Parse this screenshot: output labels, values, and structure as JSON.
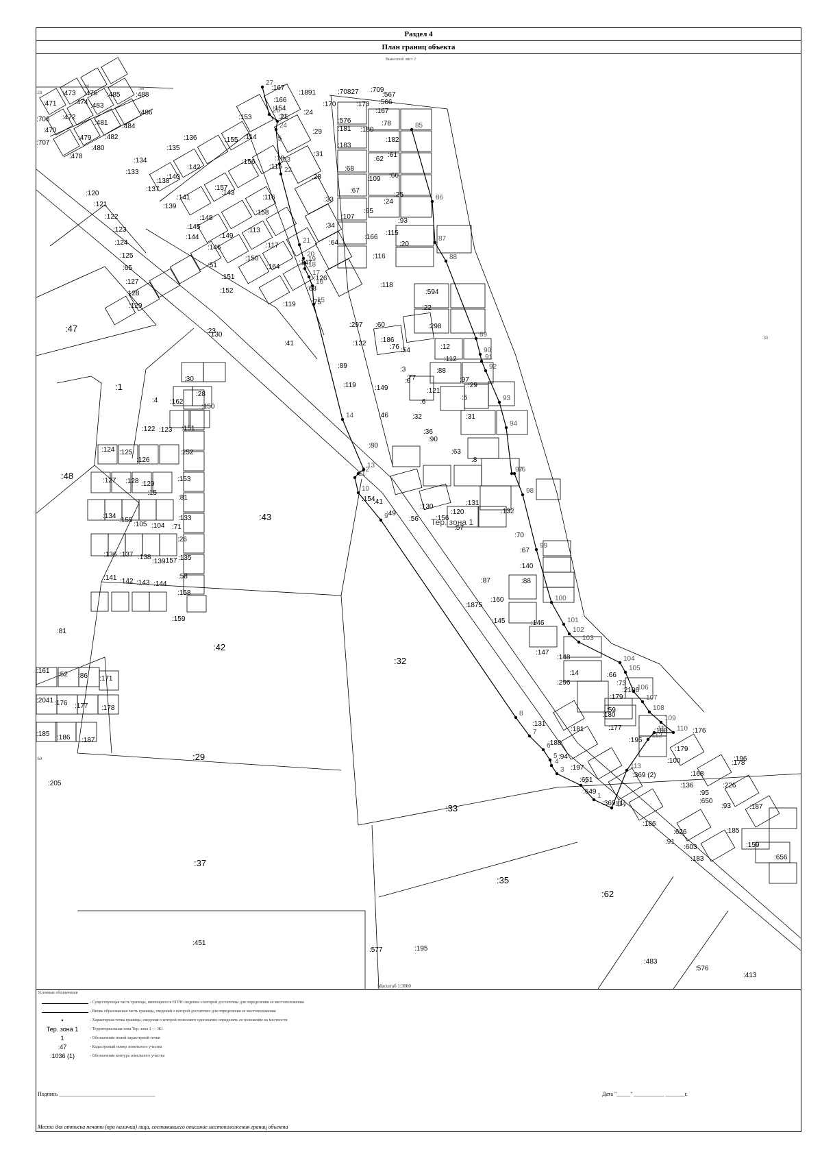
{
  "section_title": "Раздел 4",
  "plan_title": "План границ объекта",
  "fragment_note": "Выносной лист 2",
  "scale_label": "Масштаб 1:3000",
  "zone_label": "Тер. зона 1",
  "legend": {
    "title": "Условные обозначения",
    "items": [
      {
        "symbol": "",
        "text": "- Существующая часть границы, имеющиеся в ЕГРН сведения о которой достаточны для определения ее местоположения"
      },
      {
        "symbol": "",
        "text": "- Вновь образованная часть границы, сведений о которой достаточно для определения ее местоположения"
      },
      {
        "symbol": "•",
        "text": "- Характерная точка границы, сведения о которой позволяют однозначно определить ее положение на местности"
      },
      {
        "symbol": "Тер. зона 1",
        "text": "- Территориальная зона Тер. зона 1 — Ж1"
      },
      {
        "symbol": "1",
        "text": "- Обозначение новой характерной точки"
      },
      {
        "symbol": ":47",
        "text": "- Кадастровый номер земельного участка"
      },
      {
        "symbol": ":1036 (1)",
        "text": "- Обозначение контура земельного участка"
      }
    ]
  },
  "signature_label": "Подпись ___________________________________",
  "date_label": "Дата \"_____\" ___________ _______г.",
  "stamp_label": "Место для оттиска печати (при наличии) лица, составившего описание местоположения границ объекта",
  "parcels": [
    {
      "label": ":47",
      "kind": "large"
    },
    {
      "label": ":48",
      "kind": "large"
    },
    {
      "label": ":43",
      "kind": "large"
    },
    {
      "label": ":42",
      "kind": "large"
    },
    {
      "label": ":32",
      "kind": "large"
    },
    {
      "label": ":29",
      "kind": "large"
    },
    {
      "label": ":33",
      "kind": "large"
    },
    {
      "label": ":37",
      "kind": "large"
    },
    {
      "label": ":35",
      "kind": "large"
    },
    {
      "label": ":62",
      "kind": "large"
    },
    {
      "label": ":1",
      "kind": "large"
    },
    {
      "label": ":473",
      "kind": "small"
    },
    {
      "label": ":476",
      "kind": "small"
    },
    {
      "label": ":485",
      "kind": "small"
    },
    {
      "label": ":488",
      "kind": "small"
    },
    {
      "label": ":471",
      "kind": "small"
    },
    {
      "label": ":474",
      "kind": "small"
    },
    {
      "label": ":483",
      "kind": "small"
    },
    {
      "label": ":486",
      "kind": "small"
    },
    {
      "label": ":706",
      "kind": "small"
    },
    {
      "label": ":472",
      "kind": "small"
    },
    {
      "label": ":481",
      "kind": "small"
    },
    {
      "label": ":484",
      "kind": "small"
    },
    {
      "label": ":470",
      "kind": "small"
    },
    {
      "label": ":479",
      "kind": "small"
    },
    {
      "label": ":482",
      "kind": "small"
    },
    {
      "label": ":707",
      "kind": "small"
    },
    {
      "label": ":478",
      "kind": "small"
    },
    {
      "label": ":480",
      "kind": "small"
    },
    {
      "label": ":167",
      "kind": "small"
    },
    {
      "label": ":166",
      "kind": "small"
    },
    {
      "label": ":1891",
      "kind": "small"
    },
    {
      "label": ":70827",
      "kind": "small"
    },
    {
      "label": ":709",
      "kind": "small"
    },
    {
      "label": ":567",
      "kind": "small"
    },
    {
      "label": ":566",
      "kind": "small"
    },
    {
      "label": ":153",
      "kind": "small"
    },
    {
      "label": ":154",
      "kind": "small"
    },
    {
      "label": ":21",
      "kind": "small"
    },
    {
      "label": ":24",
      "kind": "small"
    },
    {
      "label": ":170",
      "kind": "small"
    },
    {
      "label": ":173",
      "kind": "small"
    },
    {
      "label": ":167",
      "kind": "small"
    },
    {
      "label": ":576",
      "kind": "small"
    },
    {
      "label": ":136",
      "kind": "small"
    },
    {
      "label": ":155",
      "kind": "small"
    },
    {
      "label": ":114",
      "kind": "small"
    },
    {
      "label": ":5",
      "kind": "small"
    },
    {
      "label": ":29",
      "kind": "small"
    },
    {
      "label": ":181",
      "kind": "small"
    },
    {
      "label": ":180",
      "kind": "small"
    },
    {
      "label": ":78",
      "kind": "small"
    },
    {
      "label": ":135",
      "kind": "small"
    },
    {
      "label": ":182",
      "kind": "small"
    },
    {
      "label": ":18",
      "kind": "small"
    },
    {
      "label": ":183",
      "kind": "small"
    },
    {
      "label": ":31",
      "kind": "small"
    },
    {
      "label": ":134",
      "kind": "small"
    },
    {
      "label": ":156",
      "kind": "small"
    },
    {
      "label": ":115",
      "kind": "small"
    },
    {
      "label": ":61",
      "kind": "small"
    },
    {
      "label": ":62",
      "kind": "small"
    },
    {
      "label": ":68",
      "kind": "small"
    },
    {
      "label": ":133",
      "kind": "small"
    },
    {
      "label": ":142",
      "kind": "small"
    },
    {
      "label": ":140",
      "kind": "small"
    },
    {
      "label": ":28",
      "kind": "small"
    },
    {
      "label": ":66",
      "kind": "small"
    },
    {
      "label": ":109",
      "kind": "small"
    },
    {
      "label": ":138",
      "kind": "small"
    },
    {
      "label": ":157",
      "kind": "small"
    },
    {
      "label": ":137",
      "kind": "small"
    },
    {
      "label": ":143",
      "kind": "small"
    },
    {
      "label": ":67",
      "kind": "small"
    },
    {
      "label": ":25",
      "kind": "small"
    },
    {
      "label": ":120",
      "kind": "small"
    },
    {
      "label": ":141",
      "kind": "small"
    },
    {
      "label": ":116",
      "kind": "small"
    },
    {
      "label": ":33",
      "kind": "small"
    },
    {
      "label": ":24",
      "kind": "small"
    },
    {
      "label": ":139",
      "kind": "small"
    },
    {
      "label": ":158",
      "kind": "small"
    },
    {
      "label": ":65",
      "kind": "small"
    },
    {
      "label": ":121",
      "kind": "small"
    },
    {
      "label": ":107",
      "kind": "small"
    },
    {
      "label": ":148",
      "kind": "small"
    },
    {
      "label": ":122",
      "kind": "small"
    },
    {
      "label": ":34",
      "kind": "small"
    },
    {
      "label": ":93",
      "kind": "small"
    },
    {
      "label": ":145",
      "kind": "small"
    },
    {
      "label": ":113",
      "kind": "small"
    },
    {
      "label": ":123",
      "kind": "small"
    },
    {
      "label": ":144",
      "kind": "small"
    },
    {
      "label": ":149",
      "kind": "small"
    },
    {
      "label": ":115",
      "kind": "small"
    },
    {
      "label": ":166",
      "kind": "small"
    },
    {
      "label": ":124",
      "kind": "small"
    },
    {
      "label": ":64",
      "kind": "small"
    },
    {
      "label": ":146",
      "kind": "small"
    },
    {
      "label": ":117",
      "kind": "small"
    },
    {
      "label": ":20",
      "kind": "small"
    },
    {
      "label": ":125",
      "kind": "small"
    },
    {
      "label": ":150",
      "kind": "small"
    },
    {
      "label": ":116",
      "kind": "small"
    },
    {
      "label": ":51",
      "kind": "small"
    },
    {
      "label": ":147",
      "kind": "small"
    },
    {
      "label": ":65",
      "kind": "small"
    },
    {
      "label": ":164",
      "kind": "small"
    },
    {
      "label": ":126",
      "kind": "small"
    },
    {
      "label": ":118",
      "kind": "small"
    },
    {
      "label": ":151",
      "kind": "small"
    },
    {
      "label": ":68",
      "kind": "small"
    },
    {
      "label": ":127",
      "kind": "small"
    },
    {
      "label": ":594",
      "kind": "small"
    },
    {
      "label": ":152",
      "kind": "small"
    },
    {
      "label": ":128",
      "kind": "small"
    },
    {
      "label": ":119",
      "kind": "small"
    },
    {
      "label": ":75",
      "kind": "small"
    },
    {
      "label": ":22",
      "kind": "small"
    },
    {
      "label": ":129",
      "kind": "small"
    },
    {
      "label": ":23",
      "kind": "small"
    },
    {
      "label": ":130",
      "kind": "small"
    },
    {
      "label": ":297",
      "kind": "small"
    },
    {
      "label": ":298",
      "kind": "small"
    },
    {
      "label": ":41",
      "kind": "small"
    },
    {
      "label": ":60",
      "kind": "small"
    },
    {
      "label": ":132",
      "kind": "small"
    },
    {
      "label": ":186",
      "kind": "small"
    },
    {
      "label": ":76",
      "kind": "small"
    },
    {
      "label": ":54",
      "kind": "small"
    },
    {
      "label": ":12",
      "kind": "small"
    },
    {
      "label": ":89",
      "kind": "small"
    },
    {
      "label": ":3",
      "kind": "small"
    },
    {
      "label": ":77",
      "kind": "small"
    },
    {
      "label": ":88",
      "kind": "small"
    },
    {
      "label": ":112",
      "kind": "small"
    },
    {
      "label": ":30",
      "kind": "small"
    },
    {
      "label": ":28",
      "kind": "small"
    },
    {
      "label": ":119",
      "kind": "small"
    },
    {
      "label": ":149",
      "kind": "small"
    },
    {
      "label": ":6",
      "kind": "small"
    },
    {
      "label": ":97",
      "kind": "small"
    },
    {
      "label": ":29",
      "kind": "small"
    },
    {
      "label": ":4",
      "kind": "small"
    },
    {
      "label": ":162",
      "kind": "small"
    },
    {
      "label": ":121",
      "kind": "small"
    },
    {
      "label": ":6",
      "kind": "small"
    },
    {
      "label": ":5",
      "kind": "small"
    },
    {
      "label": ":150",
      "kind": "small"
    },
    {
      "label": ":46",
      "kind": "small"
    },
    {
      "label": ":32",
      "kind": "small"
    },
    {
      "label": ":31",
      "kind": "small"
    },
    {
      "label": ":122",
      "kind": "small"
    },
    {
      "label": ":123",
      "kind": "small"
    },
    {
      "label": ":151",
      "kind": "small"
    },
    {
      "label": ":36",
      "kind": "small"
    },
    {
      "label": ":124",
      "kind": "small"
    },
    {
      "label": ":125",
      "kind": "small"
    },
    {
      "label": ":152",
      "kind": "small"
    },
    {
      "label": ":63",
      "kind": "small"
    },
    {
      "label": ":126",
      "kind": "small"
    },
    {
      "label": ":8",
      "kind": "small"
    },
    {
      "label": ":90",
      "kind": "small"
    },
    {
      "label": ":80",
      "kind": "small"
    },
    {
      "label": ":153",
      "kind": "small"
    },
    {
      "label": ":127",
      "kind": "small"
    },
    {
      "label": ":128",
      "kind": "small"
    },
    {
      "label": ":129",
      "kind": "small"
    },
    {
      "label": ":15",
      "kind": "small"
    },
    {
      "label": ":81",
      "kind": "small"
    },
    {
      "label": ":154",
      "kind": "small"
    },
    {
      "label": ":41",
      "kind": "small"
    },
    {
      "label": ":49",
      "kind": "small"
    },
    {
      "label": ":130",
      "kind": "small"
    },
    {
      "label": ":131",
      "kind": "small"
    },
    {
      "label": ":132",
      "kind": "small"
    },
    {
      "label": ":133",
      "kind": "small"
    },
    {
      "label": ":120",
      "kind": "small"
    },
    {
      "label": ":134",
      "kind": "small"
    },
    {
      "label": ":155",
      "kind": "small"
    },
    {
      "label": ":105",
      "kind": "small"
    },
    {
      "label": ":104",
      "kind": "small"
    },
    {
      "label": ":71",
      "kind": "small"
    },
    {
      "label": ":26",
      "kind": "small"
    },
    {
      "label": ":56",
      "kind": "small"
    },
    {
      "label": ":156",
      "kind": "small"
    },
    {
      "label": ":57",
      "kind": "small"
    },
    {
      "label": ":135",
      "kind": "small"
    },
    {
      "label": ":136",
      "kind": "small"
    },
    {
      "label": ":137",
      "kind": "small"
    },
    {
      "label": ":138",
      "kind": "small"
    },
    {
      "label": ":139",
      "kind": "small"
    },
    {
      "label": ":157",
      "kind": "small"
    },
    {
      "label": ":70",
      "kind": "small"
    },
    {
      "label": ":58",
      "kind": "small"
    },
    {
      "label": ":67",
      "kind": "small"
    },
    {
      "label": ":158",
      "kind": "small"
    },
    {
      "label": ":140",
      "kind": "small"
    },
    {
      "label": ":141",
      "kind": "small"
    },
    {
      "label": ":142",
      "kind": "small"
    },
    {
      "label": ":143",
      "kind": "small"
    },
    {
      "label": ":144",
      "kind": "small"
    },
    {
      "label": ":87",
      "kind": "small"
    },
    {
      "label": ":159",
      "kind": "small"
    },
    {
      "label": ":88",
      "kind": "small"
    },
    {
      "label": ":160",
      "kind": "small"
    },
    {
      "label": ":1875",
      "kind": "small"
    },
    {
      "label": ":145",
      "kind": "small"
    },
    {
      "label": ":146",
      "kind": "small"
    },
    {
      "label": ":147",
      "kind": "small"
    },
    {
      "label": ":148",
      "kind": "small"
    },
    {
      "label": ":14",
      "kind": "small"
    },
    {
      "label": ":161",
      "kind": "small"
    },
    {
      "label": ":52",
      "kind": "small"
    },
    {
      "label": ":86",
      "kind": "small"
    },
    {
      "label": ":171",
      "kind": "small"
    },
    {
      "label": ":66",
      "kind": "small"
    },
    {
      "label": ":296",
      "kind": "small"
    },
    {
      "label": ":73",
      "kind": "small"
    },
    {
      "label": ":2106",
      "kind": "small"
    },
    {
      "label": ":2041",
      "kind": "small"
    },
    {
      "label": ":176",
      "kind": "small"
    },
    {
      "label": ":177",
      "kind": "small"
    },
    {
      "label": ":178",
      "kind": "small"
    },
    {
      "label": ":179",
      "kind": "small"
    },
    {
      "label": ":131",
      "kind": "small"
    },
    {
      "label": ":59",
      "kind": "small"
    },
    {
      "label": ":181",
      "kind": "small"
    },
    {
      "label": ":180",
      "kind": "small"
    },
    {
      "label": ":185",
      "kind": "small"
    },
    {
      "label": ":186",
      "kind": "small"
    },
    {
      "label": ":187",
      "kind": "small"
    },
    {
      "label": ":188",
      "kind": "small"
    },
    {
      "label": ":177",
      "kind": "small"
    },
    {
      "label": ":180",
      "kind": "small"
    },
    {
      "label": ":176",
      "kind": "small"
    },
    {
      "label": ":94",
      "kind": "small"
    },
    {
      "label": ":179",
      "kind": "small"
    },
    {
      "label": ":195",
      "kind": "small"
    },
    {
      "label": ":196",
      "kind": "small"
    },
    {
      "label": ":197",
      "kind": "small"
    },
    {
      "label": ":100",
      "kind": "small"
    },
    {
      "label": ":178",
      "kind": "small"
    },
    {
      "label": ":651",
      "kind": "small"
    },
    {
      "label": ":369 (2)",
      "kind": "small"
    },
    {
      "label": ":168",
      "kind": "small"
    },
    {
      "label": ":226",
      "kind": "small"
    },
    {
      "label": ":136",
      "kind": "small"
    },
    {
      "label": ":649",
      "kind": "small"
    },
    {
      "label": ":95",
      "kind": "small"
    },
    {
      "label": ":369 (1)",
      "kind": "small"
    },
    {
      "label": ":650",
      "kind": "small"
    },
    {
      "label": ":93",
      "kind": "small"
    },
    {
      "label": ":187",
      "kind": "small"
    },
    {
      "label": ":186",
      "kind": "small"
    },
    {
      "label": ":626",
      "kind": "small"
    },
    {
      "label": ":185",
      "kind": "small"
    },
    {
      "label": ":91",
      "kind": "small"
    },
    {
      "label": ":603",
      "kind": "small"
    },
    {
      "label": ":159",
      "kind": "small"
    },
    {
      "label": ":183",
      "kind": "small"
    },
    {
      "label": ":81",
      "kind": "small"
    },
    {
      "label": ":205",
      "kind": "small"
    },
    {
      "label": ":451",
      "kind": "small"
    },
    {
      "label": ":577",
      "kind": "small"
    },
    {
      "label": ":195",
      "kind": "small"
    },
    {
      "label": ":483",
      "kind": "small"
    },
    {
      "label": ":576",
      "kind": "small"
    },
    {
      "label": ":413",
      "kind": "small"
    },
    {
      "label": ":656",
      "kind": "small"
    },
    {
      "label": ":30",
      "kind": "faint"
    },
    {
      "label": ":28",
      "kind": "faint"
    },
    {
      "label": ":38",
      "kind": "faint"
    },
    {
      "label": ":68",
      "kind": "faint"
    },
    {
      "label": ":69",
      "kind": "faint"
    },
    {
      "label": ":61",
      "kind": "faint"
    },
    {
      "label": ":60",
      "kind": "faint"
    },
    {
      "label": ":59",
      "kind": "faint"
    },
    {
      "label": ":412",
      "kind": "faint"
    },
    {
      "label": ":55",
      "kind": "faint"
    },
    {
      "label": ":466",
      "kind": "faint"
    },
    {
      "label": ":475",
      "kind": "faint"
    },
    {
      "label": ":487",
      "kind": "faint"
    },
    {
      "label": ":196",
      "kind": "faint"
    }
  ],
  "points": [
    {
      "n": "1"
    },
    {
      "n": "2"
    },
    {
      "n": "3"
    },
    {
      "n": "4"
    },
    {
      "n": "5"
    },
    {
      "n": "6"
    },
    {
      "n": "7"
    },
    {
      "n": "8"
    },
    {
      "n": "9"
    },
    {
      "n": "10"
    },
    {
      "n": "11"
    },
    {
      "n": "12"
    },
    {
      "n": "13"
    },
    {
      "n": "14"
    },
    {
      "n": "15"
    },
    {
      "n": "16"
    },
    {
      "n": "17"
    },
    {
      "n": "18"
    },
    {
      "n": "19"
    },
    {
      "n": "20"
    },
    {
      "n": "21"
    },
    {
      "n": "22"
    },
    {
      "n": "23"
    },
    {
      "n": "24"
    },
    {
      "n": "25"
    },
    {
      "n": "26"
    },
    {
      "n": "27"
    },
    {
      "n": "85"
    },
    {
      "n": "86"
    },
    {
      "n": "87"
    },
    {
      "n": "88"
    },
    {
      "n": "89"
    },
    {
      "n": "90"
    },
    {
      "n": "91"
    },
    {
      "n": "92"
    },
    {
      "n": "93"
    },
    {
      "n": "94"
    },
    {
      "n": "97"
    },
    {
      "n": "96"
    },
    {
      "n": "98"
    },
    {
      "n": "99"
    },
    {
      "n": "100"
    },
    {
      "n": "101"
    },
    {
      "n": "102"
    },
    {
      "n": "103"
    },
    {
      "n": "104"
    },
    {
      "n": "105"
    },
    {
      "n": "106"
    },
    {
      "n": "107"
    },
    {
      "n": "108"
    },
    {
      "n": "109"
    },
    {
      "n": "110"
    },
    {
      "n": "111"
    },
    {
      "n": "112"
    },
    {
      "n": "113"
    },
    {
      "n": "114"
    }
  ]
}
